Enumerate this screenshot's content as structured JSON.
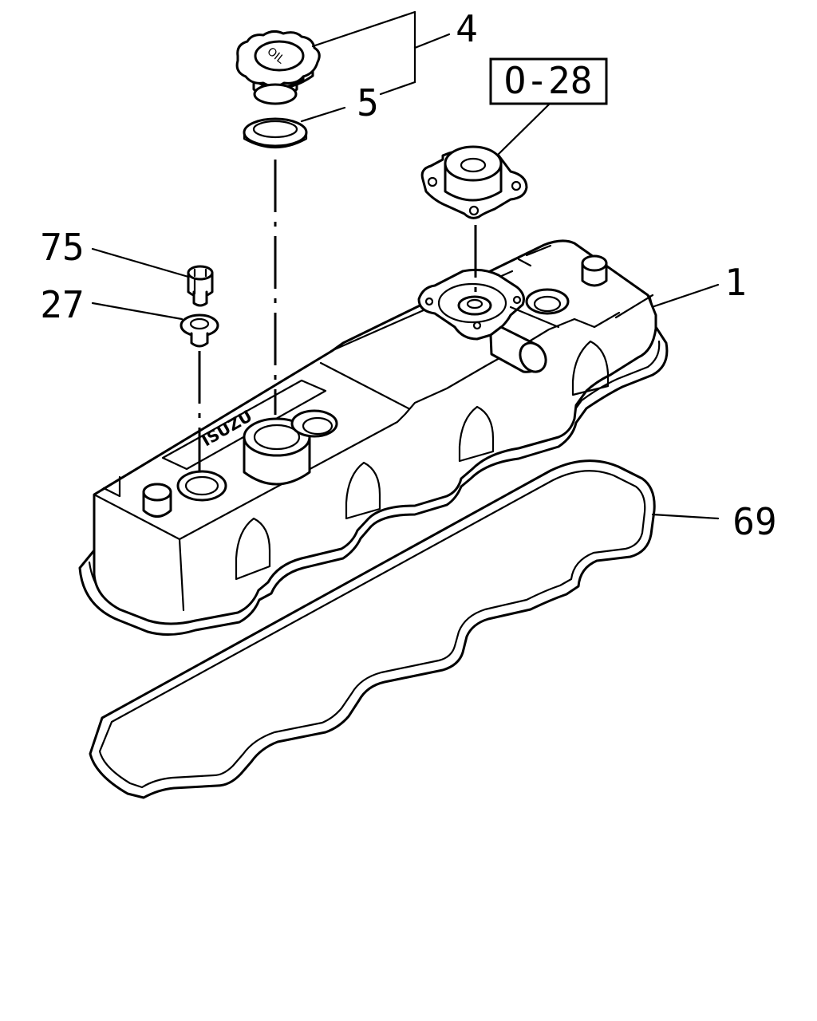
{
  "callouts": {
    "c1": "1",
    "c4": "4",
    "c5": "5",
    "c27": "27",
    "c69": "69",
    "c75": "75",
    "ref_box": "O-28"
  },
  "cap_text": "OIL",
  "emblem_text": "ISUZU"
}
